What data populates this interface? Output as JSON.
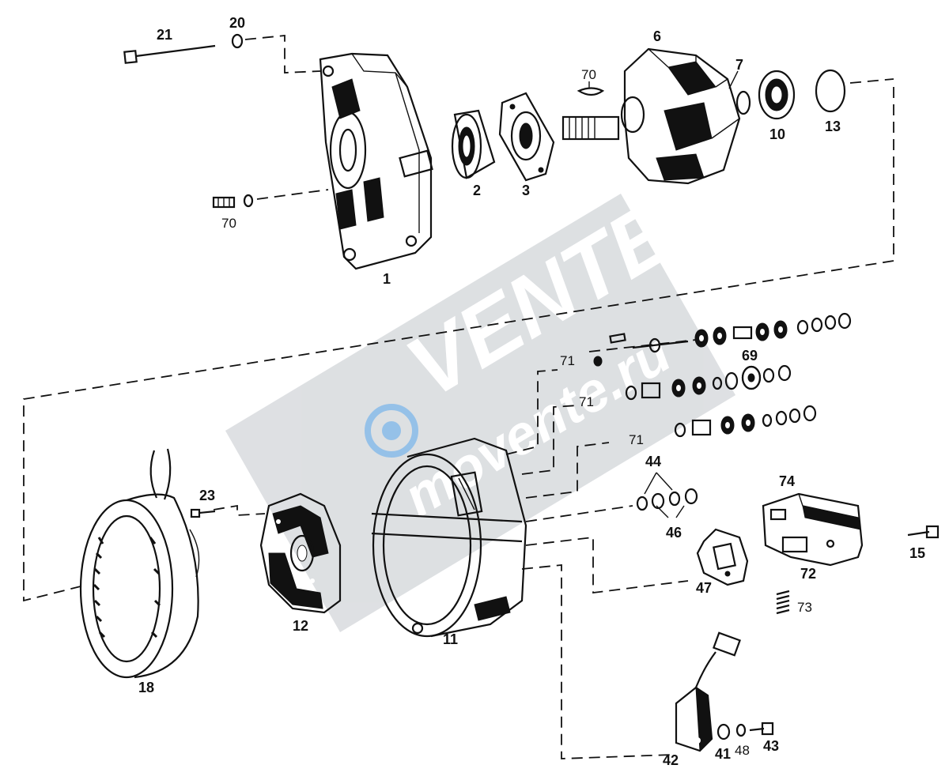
{
  "watermark": {
    "brand": "VENTE",
    "site": "movente.ru",
    "color": "#b9bec4",
    "accent": "#3f8fd6"
  },
  "part_labels": {
    "p1": "1",
    "p2": "2",
    "p3": "3",
    "p6": "6",
    "p7": "7",
    "p10": "10",
    "p11": "11",
    "p12": "12",
    "p13": "13",
    "p15": "15",
    "p18": "18",
    "p20": "20",
    "p21": "21",
    "p23": "23",
    "p41": "41",
    "p42": "42",
    "p43": "43",
    "p44": "44",
    "p46": "46",
    "p47": "47",
    "p48": "48",
    "p69": "69",
    "p70a": "70",
    "p70b": "70",
    "p71a": "71",
    "p71b": "71",
    "p71c": "71",
    "p72": "72",
    "p73": "73",
    "p74": "74"
  }
}
